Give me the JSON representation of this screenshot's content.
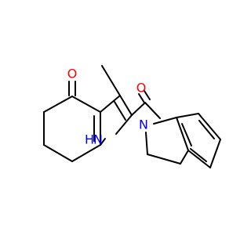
{
  "colors": {
    "carbon_bond": "#000000",
    "oxygen": "#ff0000",
    "nitrogen": "#0000ff"
  },
  "atoms": {
    "ketone_oxygen": "O",
    "amide_oxygen": "O",
    "pyrrole_nitrogen": "N",
    "pyrrole_hydrogen": "H",
    "indoline_nitrogen": "N"
  }
}
